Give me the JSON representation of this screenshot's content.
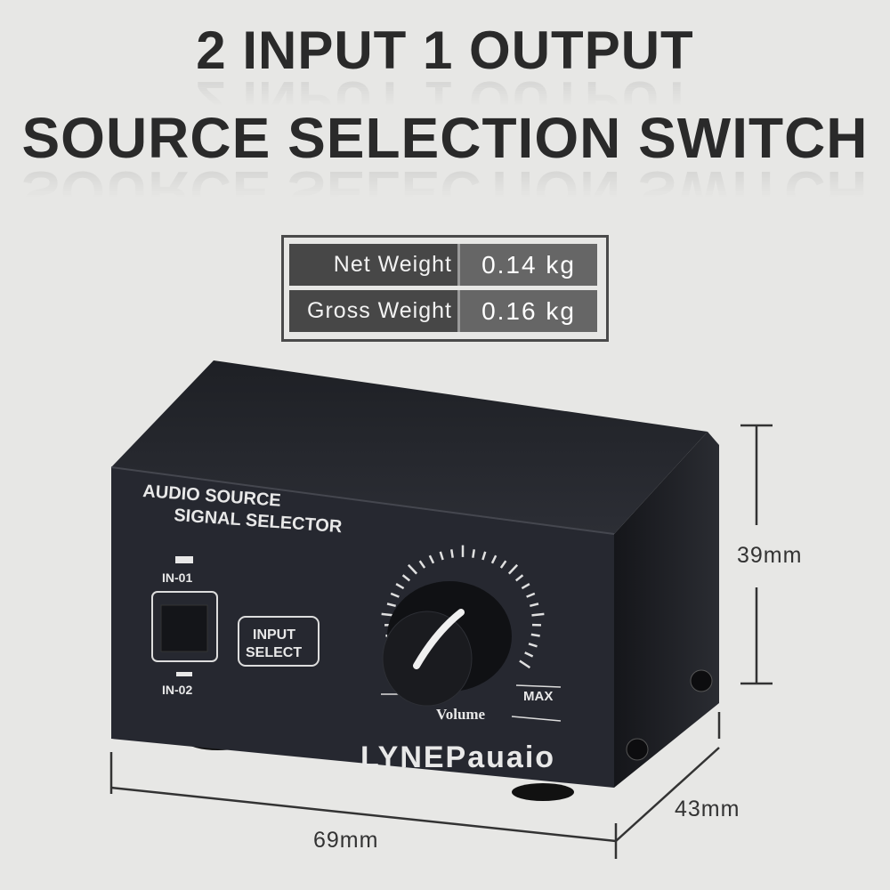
{
  "headline": {
    "line1": "2 INPUT  1 OUTPUT",
    "line2": "SOURCE SELECTION SWITCH"
  },
  "specs": [
    {
      "label": "Net Weight",
      "value": "0.14 kg"
    },
    {
      "label": "Gross Weight",
      "value": "0.16 kg"
    }
  ],
  "device": {
    "panel_title_1": "AUDIO SOURCE",
    "panel_title_2": "SIGNAL SELECTOR",
    "in1": "IN-01",
    "in2": "IN-02",
    "button_label_1": "INPUT",
    "button_label_2": "SELECT",
    "knob_label": "Volume",
    "max_label": "MAX",
    "brand": "LYNEPauaio",
    "colors": {
      "body": "#25272d",
      "print": "#e8e8e8"
    }
  },
  "dimensions": {
    "height": "39mm",
    "width": "69mm",
    "depth": "43mm"
  }
}
